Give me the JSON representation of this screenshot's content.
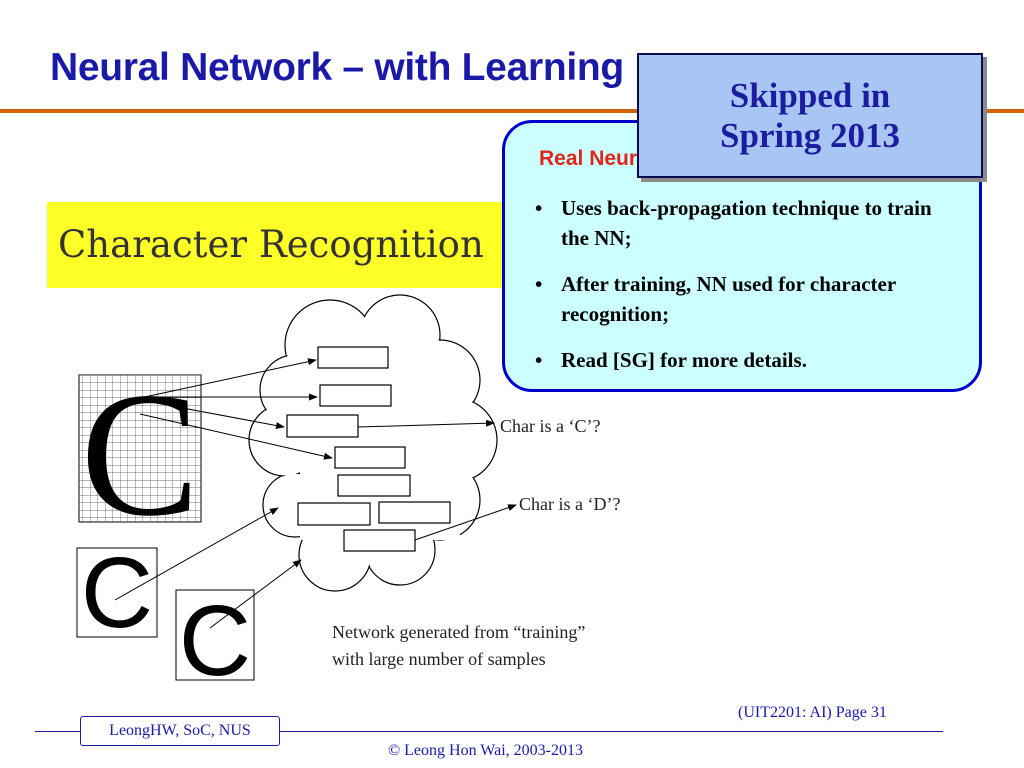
{
  "slide": {
    "title": "Neural Network – with Learning",
    "banner": "Character Recognition"
  },
  "callout": {
    "heading": "Real Neural Network",
    "bullets": [
      "Uses back-propagation technique to train the NN;",
      "After training, NN used for character recognition;",
      "Read [SG] for more details."
    ]
  },
  "skipped": {
    "line1": "Skipped in",
    "line2": "Spring 2013"
  },
  "diagram": {
    "output_c": "Char is a ‘C’?",
    "output_d": "Char is a ‘D’?",
    "caption_line1": "Network generated from “training”",
    "caption_line2": "with large number of samples",
    "input_letters": [
      "C",
      "C",
      "C"
    ]
  },
  "footer": {
    "author": "LeongHW, SoC, NUS",
    "page": "(UIT2201: AI) Page 31",
    "copyright": "© Leong Hon Wai, 2003-2013"
  },
  "colors": {
    "title": "#1a1aa8",
    "rule": "#d2640a",
    "banner": "#ffff28",
    "callout_bg": "#ccffff",
    "callout_border": "#0000cc",
    "callout_heading": "#e0261a",
    "skipped_bg": "#a8c6f4"
  }
}
